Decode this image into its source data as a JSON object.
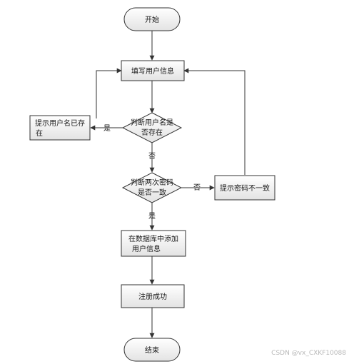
{
  "diagram": {
    "nodes": {
      "start": "开始",
      "fill_info": "填写用户信息",
      "check_name_line1": "判断用户名是",
      "check_name_line2": "否存在",
      "name_exists_line1": "提示用户名已存",
      "name_exists_line2": "在",
      "check_pwd_line1": "判断两次密码",
      "check_pwd_line2": "是否一致",
      "pwd_mismatch": "提示密码不一致",
      "add_line1": "在数据库中添加",
      "add_line2": "用户信息",
      "success": "注册成功",
      "end": "结束"
    },
    "edges": {
      "name_yes": "是",
      "name_no": "否",
      "pwd_no": "否",
      "pwd_yes": "是"
    }
  },
  "watermark": "CSDN @vx_CXKF10088"
}
